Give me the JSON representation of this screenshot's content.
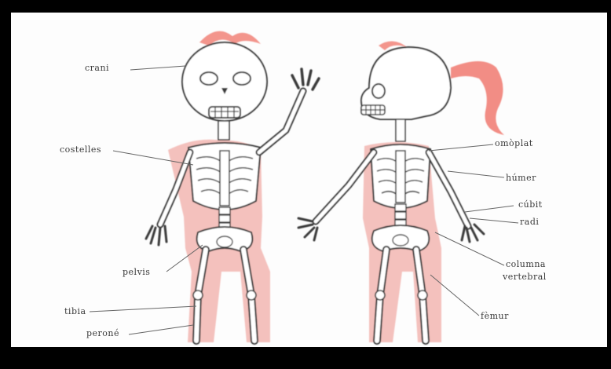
{
  "labels": {
    "crani": "crani",
    "costelles": "costelles",
    "pelvis": "pelvis",
    "tibia": "tibia",
    "perone": "peroné",
    "omoplat": "omòplat",
    "humer": "húmer",
    "cubit": "cúbit",
    "radi": "radi",
    "columna": "columna",
    "vertebral": "vertebral",
    "femur": "fèmur"
  },
  "colors": {
    "bone": "#ffffff",
    "outline": "#3b3b3b",
    "skin": "#f2b6b1",
    "hair": "#f07a70",
    "frame": "#000000",
    "background": "#fdfdfd"
  }
}
